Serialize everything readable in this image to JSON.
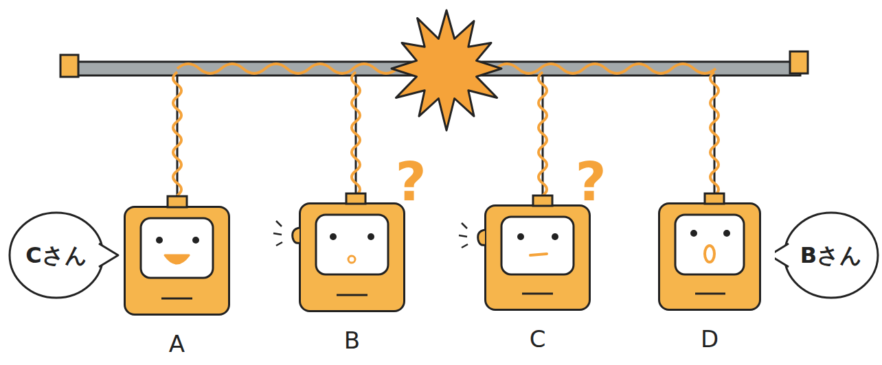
{
  "diagram": {
    "nodes": [
      {
        "text": [
          "Cさん"
        ]
      },
      {
        "text": [
          "A"
        ]
      },
      {
        "text": [
          "B"
        ]
      },
      {
        "text": [
          "C"
        ]
      },
      {
        "text": [
          "D"
        ]
      },
      {
        "text": [
          "Bさん"
        ]
      }
    ],
    "labels": [
      "?",
      "?"
    ]
  }
}
